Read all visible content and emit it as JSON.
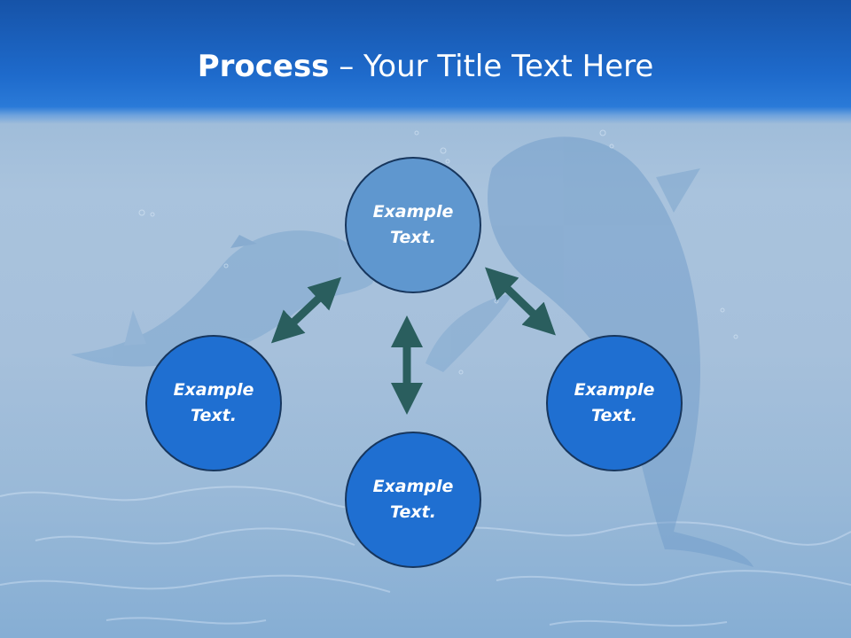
{
  "title": {
    "bold": "Process",
    "rest": " – Your Title Text Here"
  },
  "nodes": [
    {
      "id": "top",
      "label": "Example Text."
    },
    {
      "id": "left",
      "label": "Example Text."
    },
    {
      "id": "bottom",
      "label": "Example Text."
    },
    {
      "id": "right",
      "label": "Example Text."
    }
  ],
  "colors": {
    "header": "#1e6acb",
    "node_fill": "#1f6fd1",
    "node_top_fill": "#5f97cf",
    "node_border": "#17365d",
    "arrow": "#2a5e5e"
  }
}
